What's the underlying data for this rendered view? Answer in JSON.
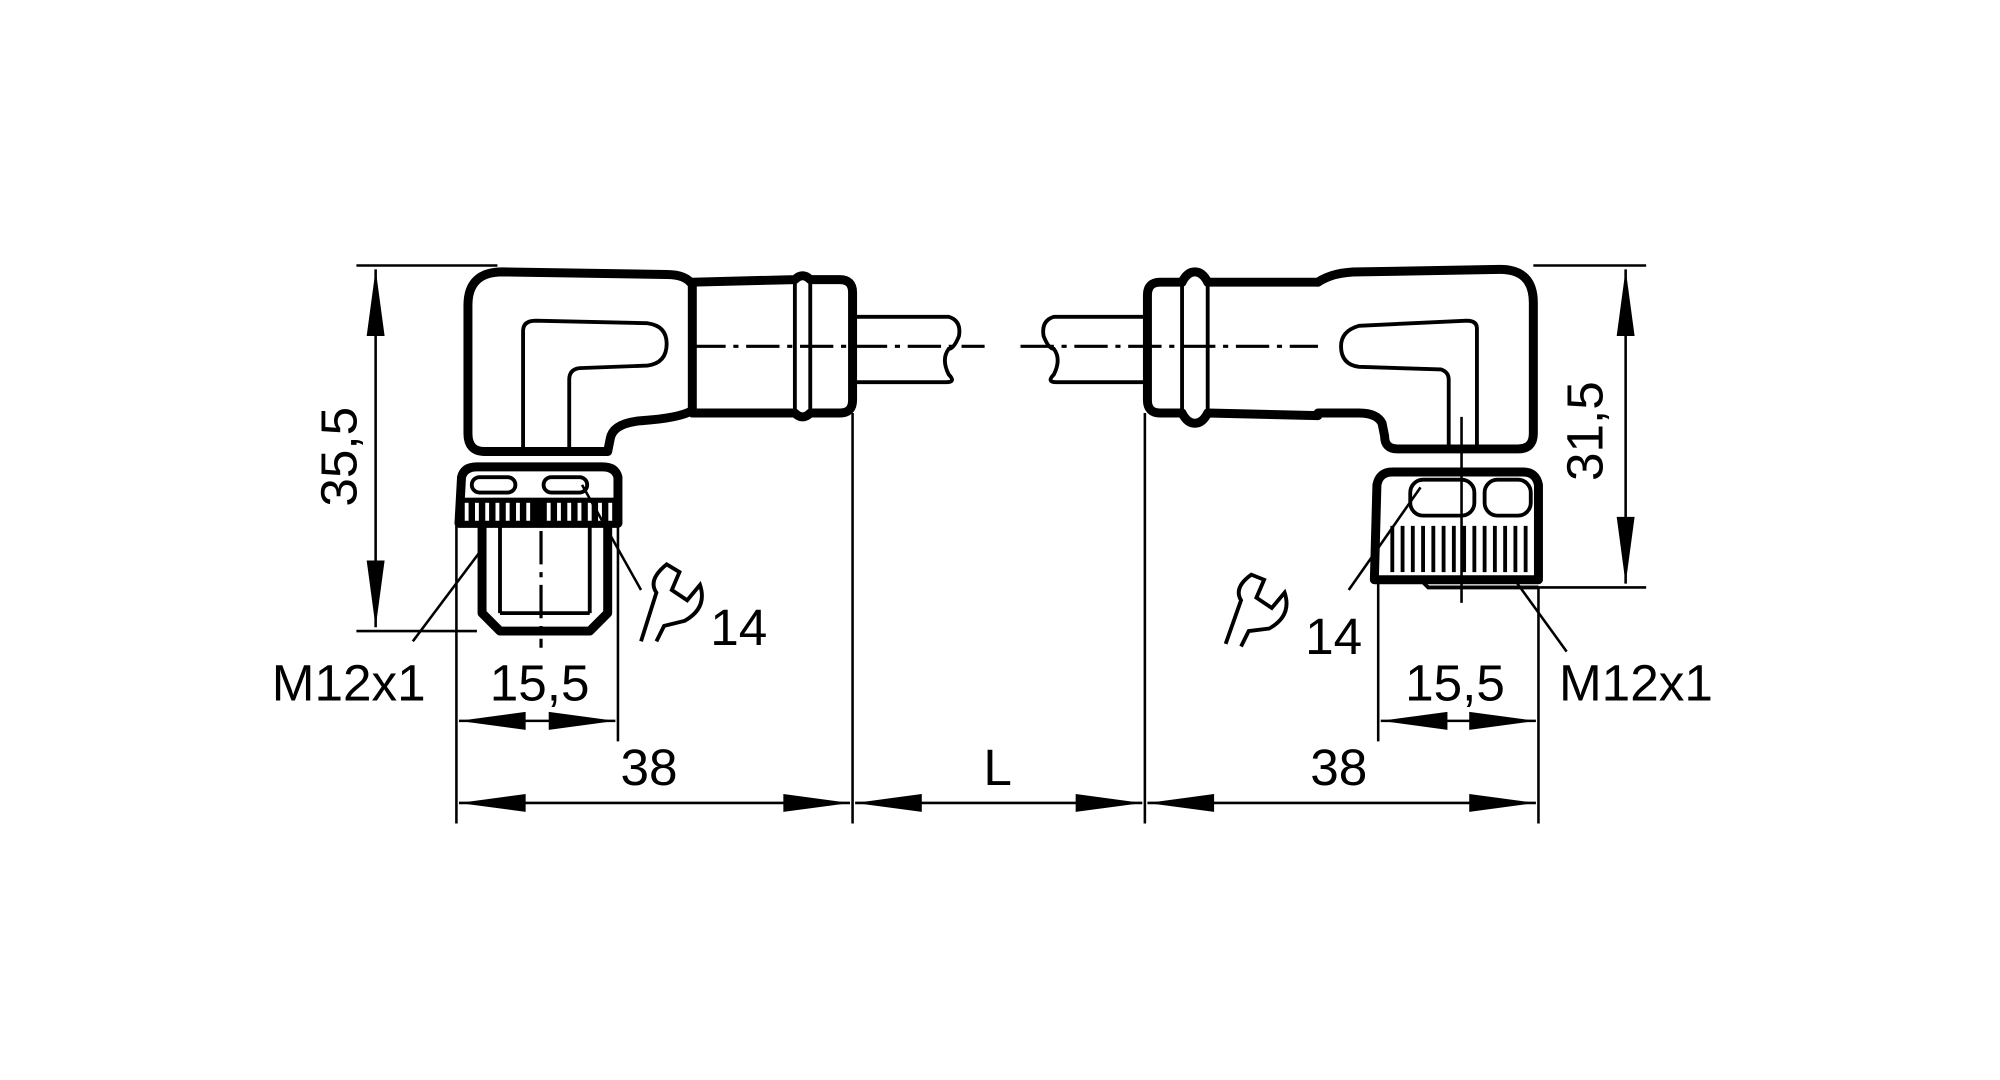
{
  "drawing": {
    "type": "Angled connector cable dimension drawing",
    "left_connector": {
      "height_label": "35,5",
      "thread_label": "M12x1",
      "nut_width_label": "15,5",
      "length_label": "38",
      "wrench_size_label": "14",
      "wrench_icon": "wrench-icon"
    },
    "cable": {
      "length_label": "L"
    },
    "right_connector": {
      "height_label": "31,5",
      "thread_label": "M12x1",
      "nut_width_label": "15,5",
      "length_label": "38",
      "wrench_size_label": "14",
      "wrench_icon": "wrench-icon"
    },
    "colors": {
      "line": "#000000",
      "background": "#ffffff"
    }
  }
}
